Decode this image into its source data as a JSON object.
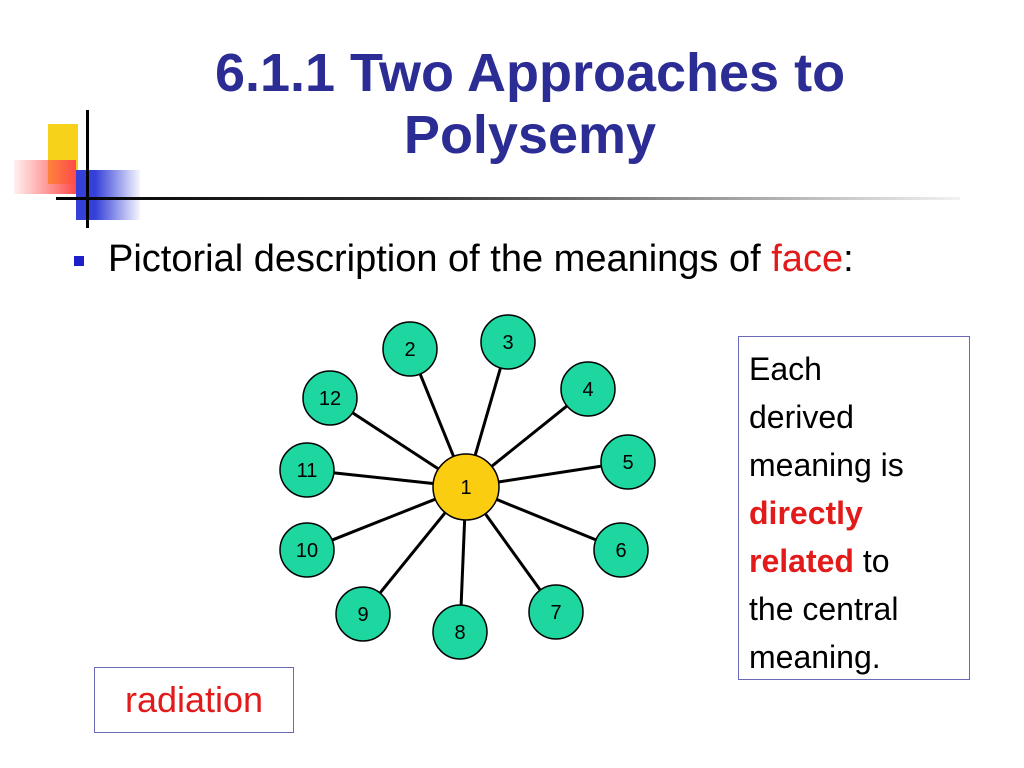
{
  "slide": {
    "title_line1": "6.1.1 Two Approaches to",
    "title_line2": "Polysemy",
    "bullet": {
      "prefix": "Pictorial description of the meanings of ",
      "highlight": "face",
      "suffix": ":"
    },
    "callout": {
      "line1": "Each",
      "line2": "derived",
      "line3": "meaning is",
      "bold1": "directly",
      "bold2": "related",
      "line4_suffix": " to",
      "line5": "the central",
      "line6": "meaning."
    },
    "label_box": "radiation"
  },
  "diagram": {
    "center": {
      "label": "1",
      "color": "#fbcd11"
    },
    "node_color": "#1ed6a0",
    "nodes": [
      "2",
      "3",
      "4",
      "5",
      "6",
      "7",
      "8",
      "9",
      "10",
      "11",
      "12"
    ]
  }
}
